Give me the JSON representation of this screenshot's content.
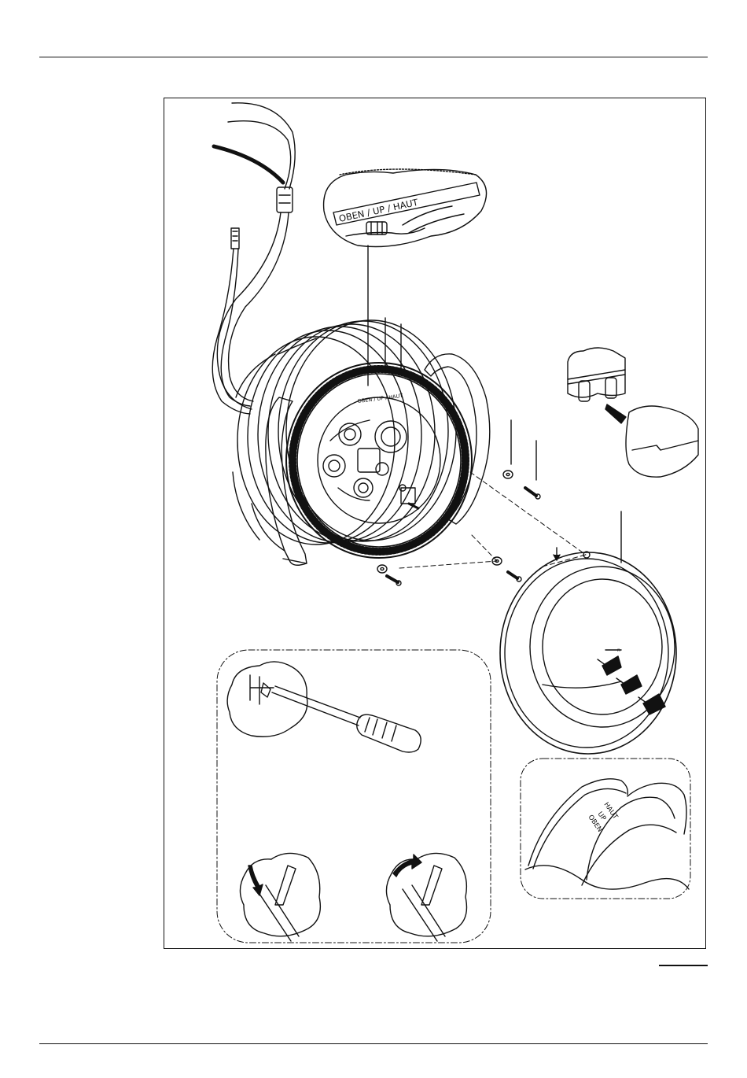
{
  "diagram": {
    "callout_top_label": "OBEN / UP / HAUT",
    "ring_label_small": "OBEN / UP / HAUT",
    "ring_detail_labels": [
      "OBEN",
      "UP",
      "HAUT"
    ]
  }
}
